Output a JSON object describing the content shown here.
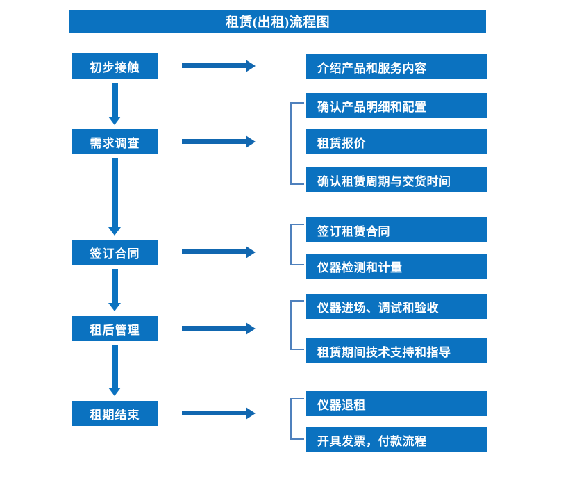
{
  "diagram": {
    "title": "租赁(出租)流程图",
    "colors": {
      "box_blue": "#0b72c0",
      "arrow_blue": "#1167b0",
      "bracket_blue": "#4f81bd",
      "text_white": "#ffffff",
      "background": "#ffffff"
    },
    "stages": [
      {
        "label": "初步接触"
      },
      {
        "label": "需求调查"
      },
      {
        "label": "签订合同"
      },
      {
        "label": "租后管理"
      },
      {
        "label": "租期结束"
      }
    ],
    "details": [
      {
        "label": "介绍产品和服务内容"
      },
      {
        "label": "确认产品明细和配置"
      },
      {
        "label": "租赁报价"
      },
      {
        "label": "确认租赁周期与交货时间"
      },
      {
        "label": "签订租赁合同"
      },
      {
        "label": "仪器检测和计量"
      },
      {
        "label": "仪器进场、调试和验收"
      },
      {
        "label": "租赁期间技术支持和指导"
      },
      {
        "label": "仪器退租"
      },
      {
        "label": "开具发票，付款流程"
      }
    ],
    "brackets": [
      {
        "group": "需求调查",
        "spans": [
          "确认产品明细和配置",
          "租赁报价",
          "确认租赁周期与交货时间"
        ]
      },
      {
        "group": "签订合同",
        "spans": [
          "签订租赁合同",
          "仪器检测和计量"
        ]
      },
      {
        "group": "租后管理",
        "spans": [
          "仪器进场、调试和验收",
          "租赁期间技术支持和指导"
        ]
      },
      {
        "group": "租期结束",
        "spans": [
          "仪器退租",
          "开具发票，付款流程"
        ]
      }
    ],
    "flow_arrows": {
      "vertical_count": 4,
      "horizontal_count": 5,
      "direction": "top-to-bottom, left-to-right"
    }
  }
}
